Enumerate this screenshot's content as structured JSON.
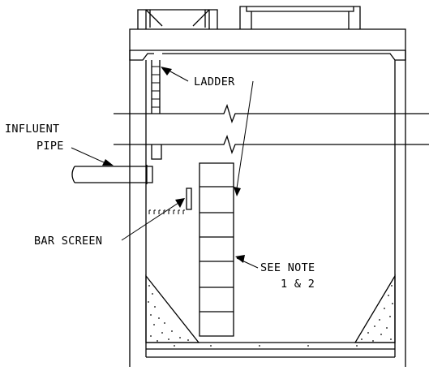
{
  "drawing": {
    "ink_color": "#000000",
    "background_color": "#ffffff",
    "labels": {
      "ladder": "LADDER",
      "influent_line1": "INFLUENT",
      "influent_line2": "PIPE",
      "bar_screen": "BAR SCREEN",
      "see_note_line1": "SEE NOTE",
      "see_note_line2": "1 & 2"
    }
  }
}
